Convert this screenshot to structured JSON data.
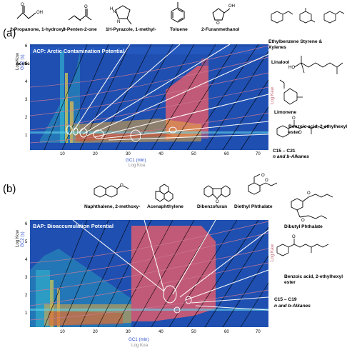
{
  "panel_a": {
    "letter": "(a)",
    "title": "ACP: Arctic Contamination Potential",
    "compounds_top": [
      "2-Propanone, 1-hydroxy-",
      "3-Penten-2-one",
      "1H-Pyrazole, 1-methyl-",
      "Toluene",
      "2-Furanmethanol"
    ],
    "compound_left": "Acetic acid",
    "right_top": "Ethylbenzene Styrene & Xylenes",
    "right_mid1": "Linalool",
    "right_mid2": "Limonene",
    "right_mid3": "Benzoic acid, 2-ethylhexyl ester",
    "alkanes_line1": "C15 – C21",
    "alkanes_line2": "n and b-Alkanes",
    "y_ticks": [
      "6",
      "5",
      "4",
      "3",
      "2",
      "1"
    ],
    "x_ticks": [
      "10",
      "20",
      "30",
      "40",
      "50",
      "60",
      "70"
    ],
    "ylabel_log_kow": "Log Kow",
    "ylabel_gc2": "GC2 (s)",
    "ylabel_right": "Log Kaw",
    "xlabel_gc1": "GC1 (min)",
    "xlabel_koa": "Log Koa"
  },
  "panel_b": {
    "letter": "(b)",
    "title": "BAP: Bioaccumulation Potential",
    "compounds_top": [
      "Naphthalene, 2-methoxy-",
      "Acenaphthylene",
      "Dibenzofuran",
      "Diethyl Phthalate"
    ],
    "right_top": "Dibutyl Phthalate",
    "right_mid": "Benzoic acid, 2-ethylhexyl ester",
    "alkanes_line1": "C15 – C19",
    "alkanes_line2": "n and b-Alkanes",
    "y_ticks": [
      "6",
      "5",
      "4",
      "3",
      "2",
      "1"
    ],
    "x_ticks": [
      "10",
      "20",
      "30",
      "40",
      "50",
      "60",
      "70"
    ],
    "ylabel_log_kow": "Log Kow",
    "ylabel_gc2": "GC2 (s)",
    "ylabel_right": "Log Kaw",
    "xlabel_gc1": "GC1 (min)",
    "xlabel_koa": "Log Koa"
  },
  "colors": {
    "plot_bg": "#1f4fb0",
    "region": "#c05a78",
    "contour": "#ffffff",
    "kow_line": "#000000",
    "axis_blue": "#2a4cc9",
    "koa_grey": "#8a8a8a",
    "kaw_pink": "#c06070"
  }
}
